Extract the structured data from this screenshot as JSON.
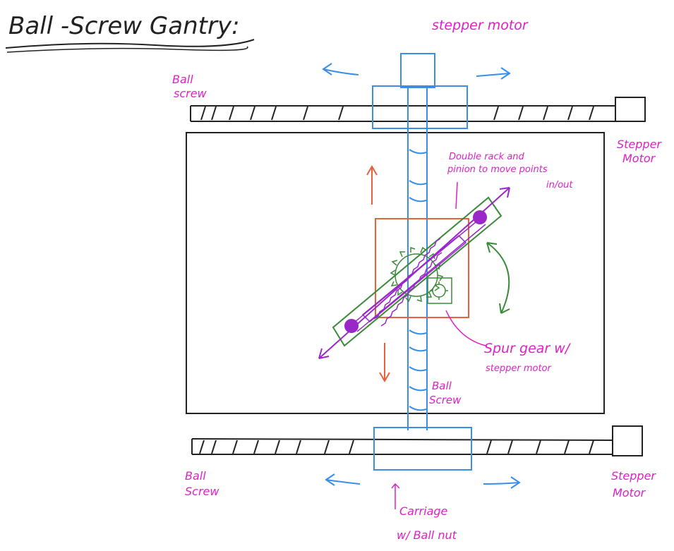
{
  "title": "Ball -Screw Gantry:",
  "labels": {
    "stepper_top": "stepper motor",
    "ball_screw_top_left_1": "Ball",
    "ball_screw_top_left_2": "screw",
    "stepper_right_top_1": "Stepper",
    "stepper_right_top_2": "Motor",
    "double_rack_1": "Double rack and",
    "double_rack_2": "pinion to move points",
    "double_rack_3": "in/out",
    "spur_gear_1": "Spur gear w/",
    "spur_gear_2": "stepper motor",
    "ball_screw_center_1": "Ball",
    "ball_screw_center_2": "Screw",
    "ball_screw_bottom_left_1": "Ball",
    "ball_screw_bottom_left_2": "Screw",
    "stepper_right_bottom_1": "Stepper",
    "stepper_right_bottom_2": "Motor",
    "carriage_1": "Carriage",
    "carriage_2": "w/ Ball nut"
  },
  "colors": {
    "ink": "#222222",
    "blue": "#3a8ee6",
    "magenta": "#e020c8",
    "red": "#e8603c",
    "green": "#3a8a3a",
    "purple": "#9a28c8"
  }
}
